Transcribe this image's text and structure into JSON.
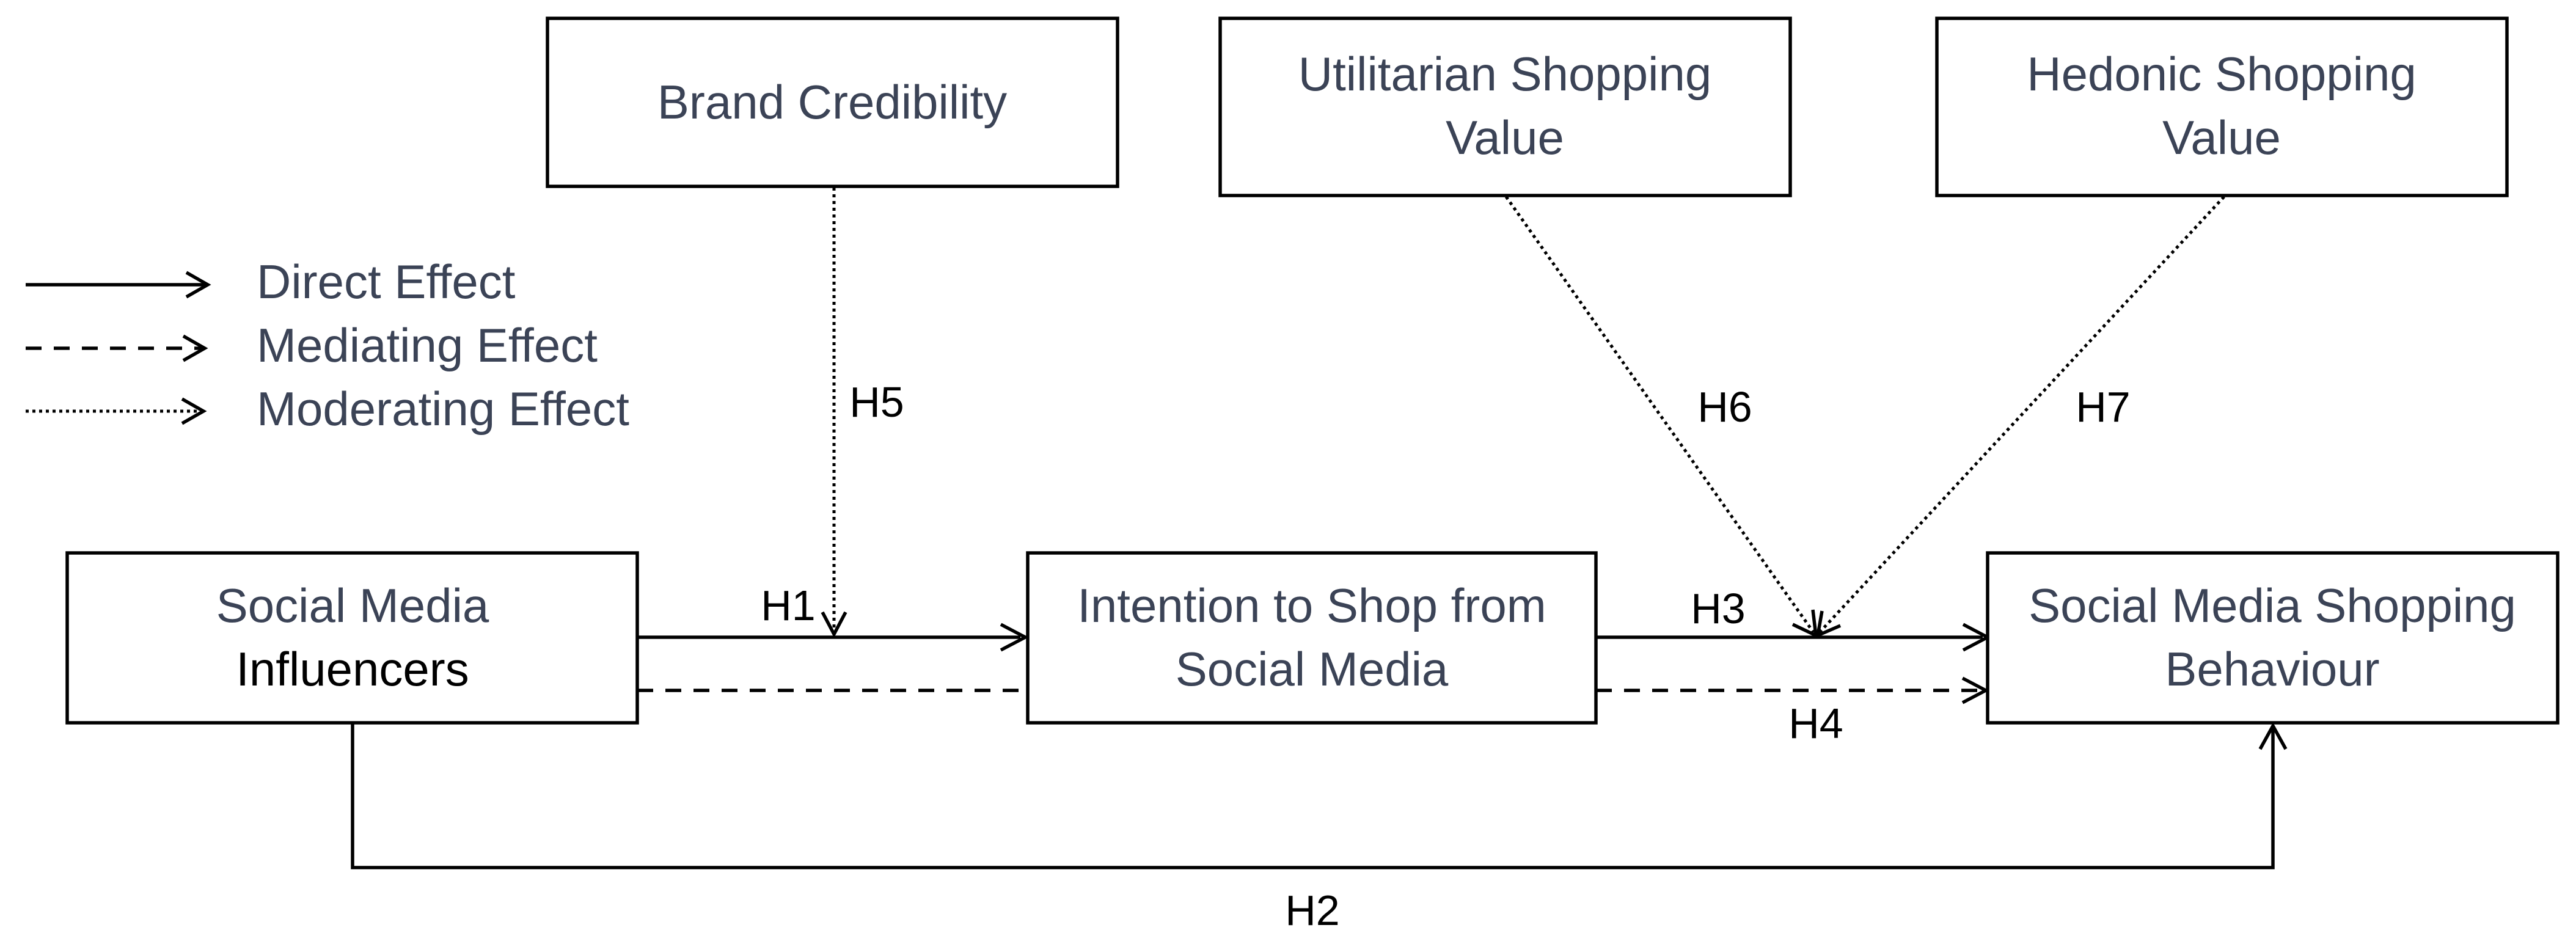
{
  "constructs": {
    "brand_credibility": {
      "lines": [
        "Brand Credibility"
      ]
    },
    "utilitarian": {
      "lines": [
        "Utilitarian Shopping",
        "Value"
      ]
    },
    "hedonic": {
      "lines": [
        "Hedonic Shopping",
        "Value"
      ]
    },
    "influencers": {
      "lines": [
        "Social Media",
        "Influencers"
      ]
    },
    "intention": {
      "lines": [
        "Intention to Shop from",
        "Social Media"
      ]
    },
    "behaviour": {
      "lines": [
        "Social Media Shopping",
        "Behaviour"
      ]
    }
  },
  "legend": {
    "direct": "Direct Effect",
    "mediating": "Mediating Effect",
    "moderating": "Moderating Effect"
  },
  "hypotheses": {
    "h1": "H1",
    "h2": "H2",
    "h3": "H3",
    "h4": "H4",
    "h5": "H5",
    "h6": "H6",
    "h7": "H7"
  }
}
